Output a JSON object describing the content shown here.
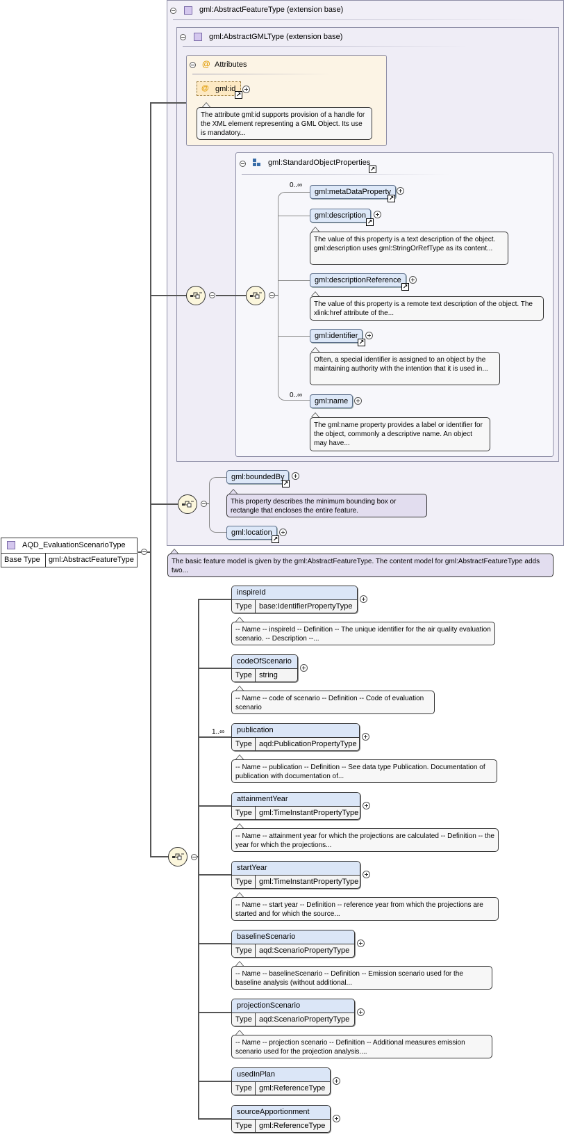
{
  "root": {
    "name": "AQD_EvaluationScenarioType",
    "base_type_label": "Base Type",
    "base_type_value": "gml:AbstractFeatureType"
  },
  "abstract_feature": {
    "title": "gml:AbstractFeatureType (extension base)",
    "doc": "The basic feature model is given by the gml:AbstractFeatureType. The content model for gml:AbstractFeatureType adds two..."
  },
  "abstract_gml": {
    "title": "gml:AbstractGMLType (extension base)"
  },
  "attributes": {
    "title": "Attributes",
    "icon_char": "@",
    "id_label": "gml:id",
    "id_doc": "The attribute gml:id supports provision of a handle for the XML element representing a GML Object. Its use is mandatory..."
  },
  "standard_props": {
    "title": "gml:StandardObjectProperties",
    "items": [
      {
        "name": "gml:metaDataProperty",
        "mult": "0..∞",
        "doc": ""
      },
      {
        "name": "gml:description",
        "mult": "",
        "doc": "The value of this property is a text description of the object. gml:description uses gml:StringOrRefType as its content..."
      },
      {
        "name": "gml:descriptionReference",
        "mult": "",
        "doc": "The value of this property is a remote text description of the object. The xlink:href attribute of the..."
      },
      {
        "name": "gml:identifier",
        "mult": "",
        "doc": "Often, a special identifier is assigned to an object by the maintaining authority with the intention that it is used in..."
      },
      {
        "name": "gml:name",
        "mult": "0..∞",
        "doc": "The gml:name property provides a label or identifier for the object, commonly a descriptive name. An object may have..."
      }
    ]
  },
  "feature_props": {
    "bounded_by": "gml:boundedBy",
    "bounded_by_doc": "This property describes the minimum bounding box or rectangle that encloses the entire feature.",
    "location": "gml:location"
  },
  "type_label": "Type",
  "elements": [
    {
      "name": "inspireId",
      "type": "base:IdentifierPropertyType",
      "mult": "",
      "doc": "-- Name -- inspireId -- Definition -- The unique identifier for the air quality evaluation scenario. -- Description --..."
    },
    {
      "name": "codeOfScenario",
      "type": "string",
      "mult": "",
      "doc": "-- Name -- code of scenario -- Definition -- Code of evaluation scenario"
    },
    {
      "name": "publication",
      "type": "aqd:PublicationPropertyType",
      "mult": "1..∞",
      "doc": "-- Name -- publication -- Definition -- See data type Publication. Documentation of publication with documentation of..."
    },
    {
      "name": "attainmentYear",
      "type": "gml:TimeInstantPropertyType",
      "mult": "",
      "doc": "-- Name -- attainment year for which the projections are calculated -- Definition -- the year for which the projections..."
    },
    {
      "name": "startYear",
      "type": "gml:TimeInstantPropertyType",
      "mult": "",
      "doc": "-- Name -- start year -- Definition -- reference year from which the projections are started and for which the source..."
    },
    {
      "name": "baselineScenario",
      "type": "aqd:ScenarioPropertyType",
      "mult": "",
      "doc": "-- Name -- baselineScenario -- Definition -- Emission scenario used for the baseline analysis (without additional..."
    },
    {
      "name": "projectionScenario",
      "type": "aqd:ScenarioPropertyType",
      "mult": "",
      "doc": "-- Name -- projection scenario -- Definition -- Additional measures emission scenario used for the projection analysis...."
    },
    {
      "name": "usedInPlan",
      "type": "gml:ReferenceType",
      "mult": "",
      "doc": ""
    },
    {
      "name": "sourceApportionment",
      "type": "gml:ReferenceType",
      "mult": "",
      "doc": ""
    }
  ]
}
